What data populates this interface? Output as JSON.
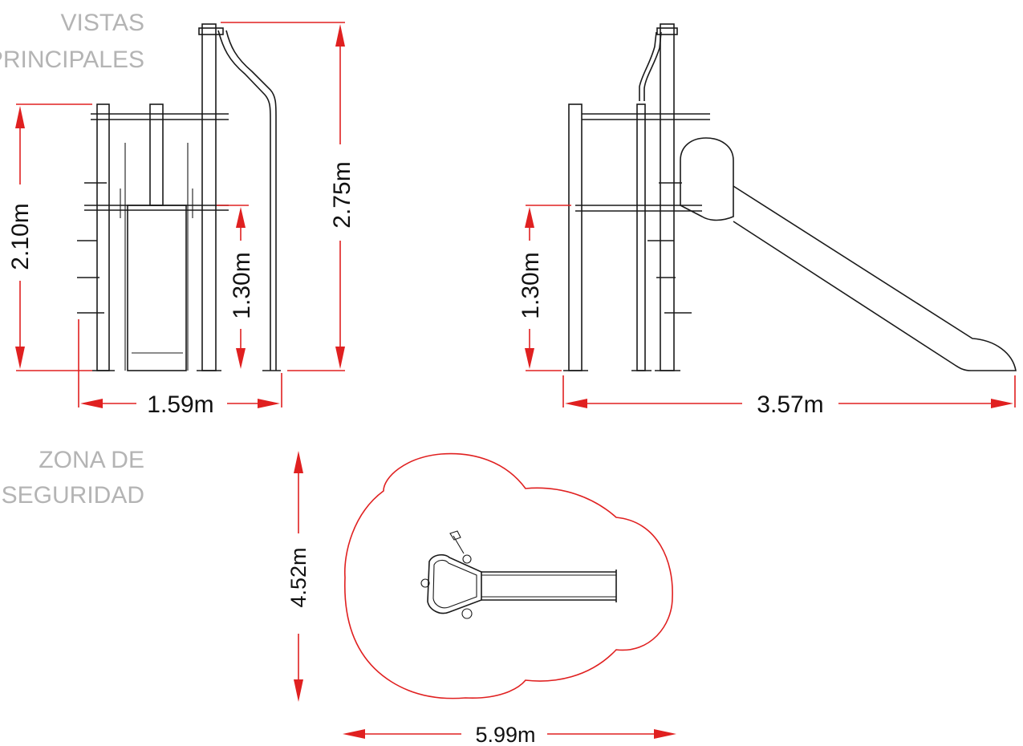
{
  "headings": {
    "views": [
      "VISTAS",
      "PRINCIPALES"
    ],
    "safety_zone": [
      "ZONA DE",
      "SEGURIDAD"
    ]
  },
  "front_view": {
    "total_height": "2.10m",
    "platform_height": "1.30m",
    "slide_top_height": "2.75m",
    "width": "1.59m"
  },
  "side_view": {
    "platform_height": "1.30m",
    "length": "3.57m"
  },
  "safety_zone": {
    "depth": "4.52m",
    "width": "5.99m"
  },
  "colors": {
    "dimension": "#e02020",
    "outline": "#1a1a1a",
    "heading": "#b4b4b4"
  }
}
